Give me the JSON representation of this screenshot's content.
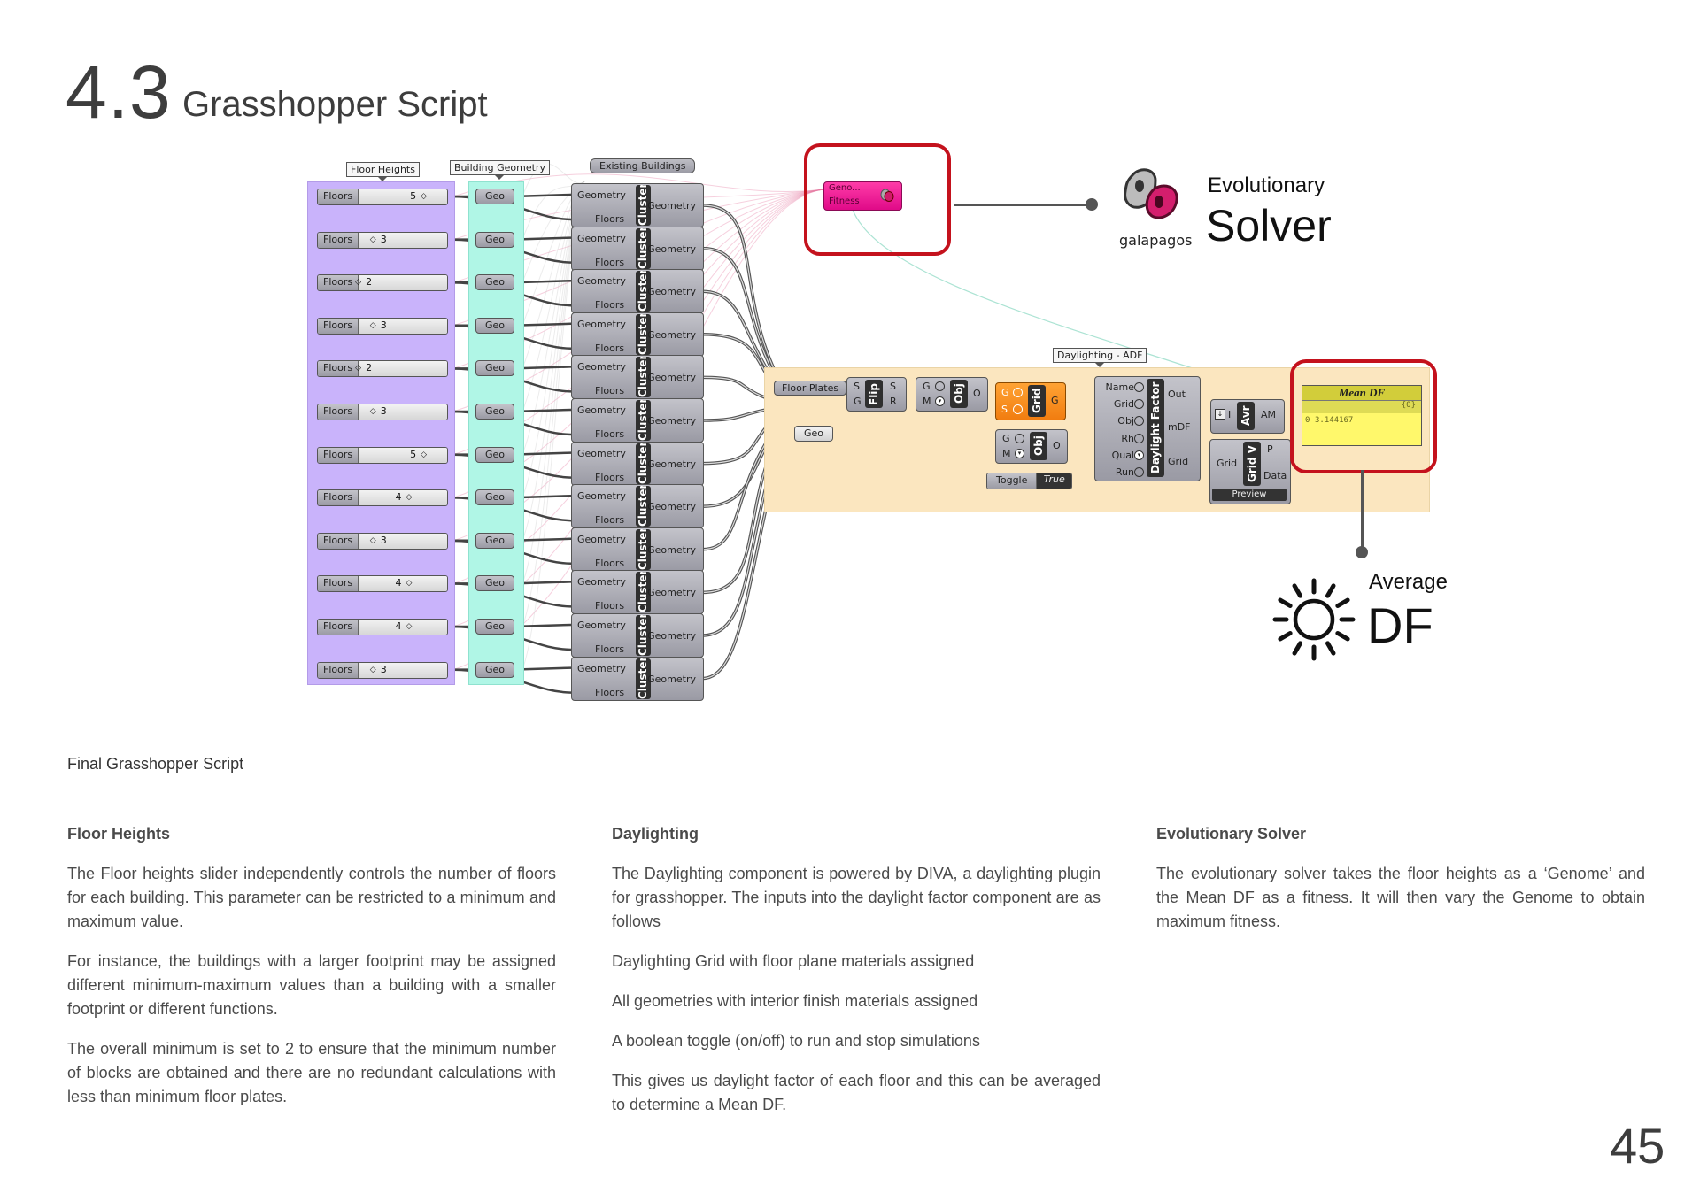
{
  "header": {
    "section_number": "4.3",
    "title": "Grasshopper Script"
  },
  "diagram": {
    "group_labels": {
      "floor_heights": "Floor Heights",
      "building_geometry": "Building Geometry",
      "existing_buildings": "Existing Buildings",
      "daylighting": "Daylighting - ADF"
    },
    "sliders": [
      {
        "label": "Floors",
        "value": "5"
      },
      {
        "label": "Floors",
        "value": "3"
      },
      {
        "label": "Floors",
        "value": "2"
      },
      {
        "label": "Floors",
        "value": "3"
      },
      {
        "label": "Floors",
        "value": "2"
      },
      {
        "label": "Floors",
        "value": "3"
      },
      {
        "label": "Floors",
        "value": "5"
      },
      {
        "label": "Floors",
        "value": "4"
      },
      {
        "label": "Floors",
        "value": "3"
      },
      {
        "label": "Floors",
        "value": "4"
      },
      {
        "label": "Floors",
        "value": "4"
      },
      {
        "label": "Floors",
        "value": "3"
      }
    ],
    "geo_param_label": "Geo",
    "cluster": {
      "input_geometry": "Geometry",
      "input_floors": "Floors",
      "name": "Cluster",
      "output": "Geometry"
    },
    "galapagos_node": {
      "genome": "Geno...",
      "fitness": "Fitness"
    },
    "daylight_chain": {
      "floor_plates": "Floor Plates",
      "geo": "Geo",
      "flip": {
        "name": "Flip",
        "inputs": [
          "S",
          "G"
        ],
        "outputs": [
          "S",
          "R"
        ]
      },
      "obj1": {
        "name": "Obj",
        "inputs": [
          "G",
          "M"
        ],
        "output": "O"
      },
      "grid": {
        "name": "Grid",
        "inputs": [
          "G",
          "S"
        ],
        "output": "G"
      },
      "obj2": {
        "name": "Obj",
        "inputs": [
          "G",
          "M"
        ],
        "output": "O"
      },
      "toggle": {
        "label": "Toggle",
        "value": "True"
      },
      "daylight_factor": {
        "name": "Daylight Factor",
        "inputs": [
          "Name",
          "Grid",
          "Obj",
          "Rh",
          "Qual",
          "Run"
        ],
        "outputs": [
          "Out",
          "mDF",
          "Grid"
        ]
      },
      "avr": {
        "name": "Avr",
        "input": "I",
        "output": "AM"
      },
      "grid_v": {
        "name": "Grid V",
        "input": "Grid",
        "outputs": [
          "P",
          "Data"
        ],
        "footer": "Preview"
      },
      "mean_df": {
        "title": "Mean DF",
        "path": "{0}",
        "index": "0",
        "value": "3.144167"
      }
    },
    "callouts": {
      "solver_small": "Evolutionary",
      "solver_big": "Solver",
      "logo_text": "galapagos",
      "df_small": "Average",
      "df_big": "DF"
    }
  },
  "caption": "Final Grasshopper Script",
  "columns": [
    {
      "heading": "Floor Heights",
      "paragraphs": [
        "The Floor heights slider independently controls the number of floors for each building. This parameter can be restricted to a minimum and maximum value.",
        "For instance, the buildings with a larger footprint may be assigned different minimum-maximum values than a building with a smaller footprint or different functions.",
        "The overall minimum is set to 2 to ensure that the minimum number of blocks are obtained and there are no redundant calculations with less than minimum floor plates."
      ]
    },
    {
      "heading": "Daylighting",
      "paragraphs": [
        "The Daylighting component is powered by DIVA, a daylighting plugin for grasshopper. The inputs into the daylight factor component are as follows",
        "Daylighting Grid with floor plane materials assigned",
        "All geometries with interior finish materials assigned",
        "A boolean toggle (on/off) to run and stop simulations",
        "This gives us daylight factor of each floor and this can be averaged to determine a Mean DF."
      ]
    },
    {
      "heading": "Evolutionary Solver",
      "paragraphs": [
        "The evolutionary solver takes the floor heights as a ‘Genome’ and the Mean DF as a fitness. It will then vary the Genome to obtain maximum fitness."
      ]
    }
  ],
  "page_number": "45",
  "colors": {
    "callout_red": "#c4121d",
    "galapagos_pink": "#ec1a8e",
    "group_purple": "#c9b3fb",
    "group_cyan": "#b0f6e6",
    "group_tan": "#fbe6bf",
    "grid_orange": "#f7921e",
    "panel_yellow": "#fff86b"
  }
}
